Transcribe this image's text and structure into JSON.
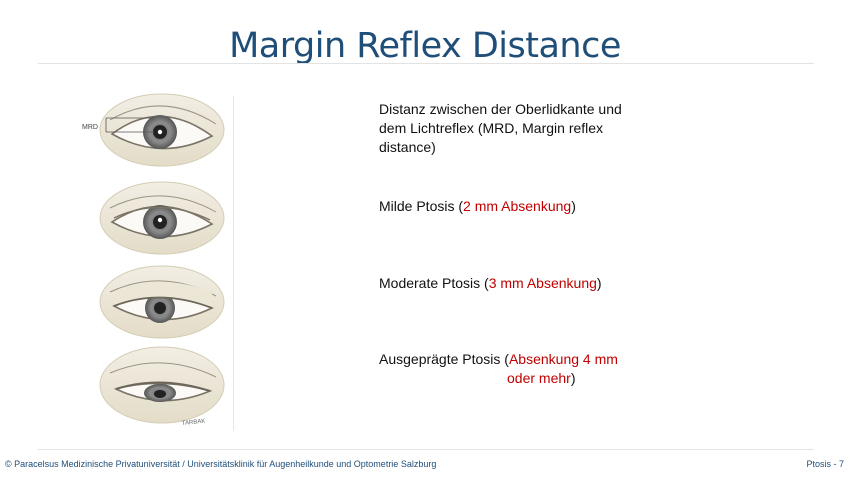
{
  "slide": {
    "title": "Margin Reflex Distance",
    "footer_left": "© Paracelsus Medizinische Privatuniversität / Universitätsklinik für Augenheilkunde und Optometrie Salzburg",
    "footer_right": "Ptosis - 7"
  },
  "figure": {
    "mrd_label": "MRD",
    "artist_signature": "TARBAK"
  },
  "items": {
    "mrd": {
      "text": "Distanz zwischen der Oberlidkante und dem Lichtreflex (MRD, Margin reflex distance)"
    },
    "mild": {
      "prefix": "Milde Ptosis (",
      "highlight": "2 mm Absenkung",
      "suffix": ")"
    },
    "moderate": {
      "prefix": "Moderate Ptosis (",
      "highlight": "3 mm Absenkung",
      "suffix": ")"
    },
    "severe": {
      "prefix": "Ausgeprägte Ptosis (",
      "highlight1": "Absenkung 4 mm",
      "highlight2": "oder mehr",
      "suffix": ")"
    }
  },
  "colors": {
    "title": "#1f4e79",
    "highlight": "#c00000"
  }
}
